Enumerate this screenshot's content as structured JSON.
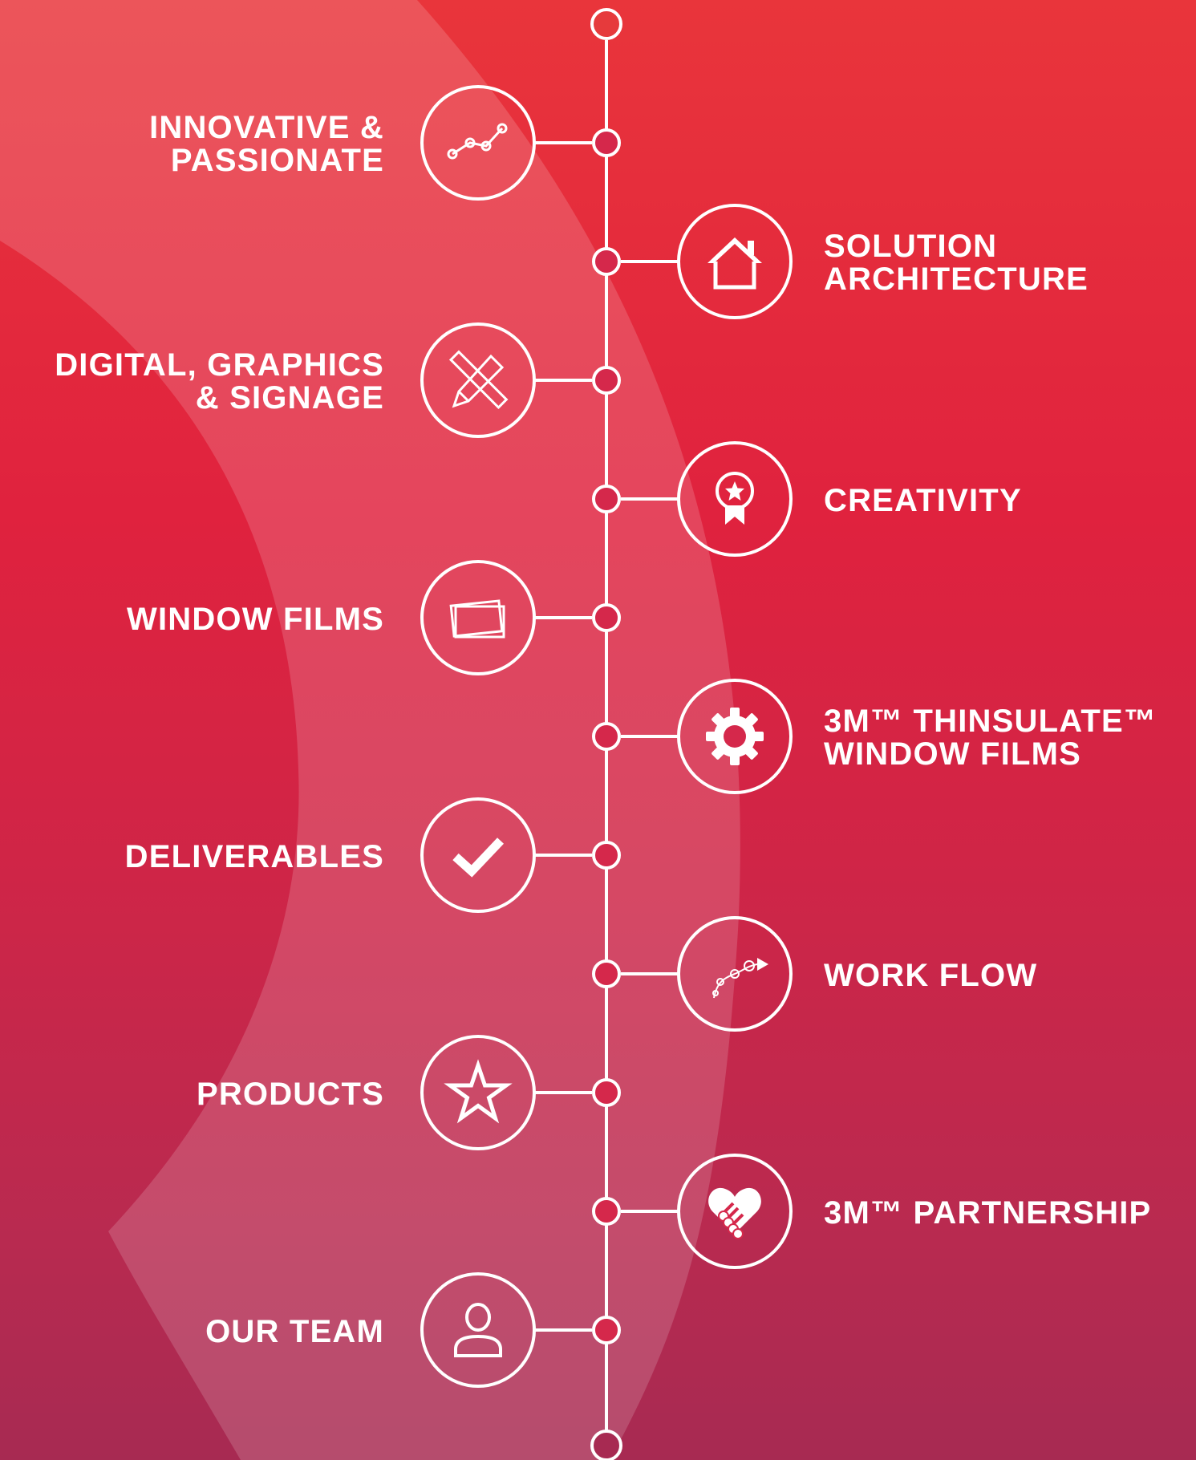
{
  "timeline": {
    "items": [
      {
        "side": "left",
        "lines": [
          "INNOVATIVE &",
          "PASSIONATE"
        ],
        "icon": "trend-line-icon"
      },
      {
        "side": "right",
        "lines": [
          "SOLUTION",
          "ARCHITECTURE"
        ],
        "icon": "house-icon"
      },
      {
        "side": "left",
        "lines": [
          "DIGITAL, GRAPHICS",
          "& SIGNAGE"
        ],
        "icon": "pencil-ruler-icon"
      },
      {
        "side": "right",
        "lines": [
          "CREATIVITY"
        ],
        "icon": "award-ribbon-icon"
      },
      {
        "side": "left",
        "lines": [
          "WINDOW FILMS"
        ],
        "icon": "film-sheets-icon"
      },
      {
        "side": "right",
        "lines": [
          "3M™ THINSULATE™",
          "WINDOW FILMS"
        ],
        "icon": "gear-icon"
      },
      {
        "side": "left",
        "lines": [
          "DELIVERABLES"
        ],
        "icon": "checkmark-icon"
      },
      {
        "side": "right",
        "lines": [
          "WORK FLOW"
        ],
        "icon": "workflow-arrow-icon"
      },
      {
        "side": "left",
        "lines": [
          "PRODUCTS"
        ],
        "icon": "star-icon"
      },
      {
        "side": "right",
        "lines": [
          "3M™ PARTNERSHIP"
        ],
        "icon": "handshake-heart-icon"
      },
      {
        "side": "left",
        "lines": [
          "OUR TEAM"
        ],
        "icon": "person-icon"
      }
    ]
  },
  "colors": {
    "gradient_top": "#e9353b",
    "gradient_bottom": "#a72a52",
    "line": "#ffffff",
    "node_fill": "#d5284b"
  }
}
